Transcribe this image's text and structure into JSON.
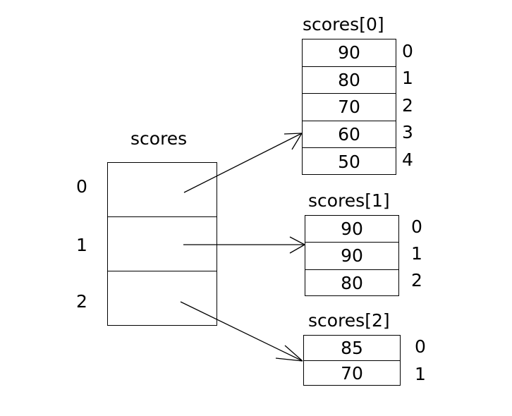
{
  "diagram": {
    "title_outer": "scores",
    "outer_array": {
      "label": "scores",
      "row_indices": [
        "0",
        "1",
        "2"
      ],
      "cells": [
        "",
        "",
        ""
      ]
    },
    "inner_arrays": [
      {
        "label": "scores[0]",
        "values": [
          "90",
          "80",
          "70",
          "60",
          "50"
        ],
        "indices": [
          "0",
          "1",
          "2",
          "3",
          "4"
        ]
      },
      {
        "label": "scores[1]",
        "values": [
          "90",
          "90",
          "80"
        ],
        "indices": [
          "0",
          "1",
          "2"
        ]
      },
      {
        "label": "scores[2]",
        "values": [
          "85",
          "70"
        ],
        "indices": [
          "0",
          "1"
        ]
      }
    ],
    "arrows": [
      {
        "name": "arrow-row0-to-scores0",
        "from_row": "0",
        "to_array": "scores[0]"
      },
      {
        "name": "arrow-row1-to-scores1",
        "from_row": "1",
        "to_array": "scores[1]"
      },
      {
        "name": "arrow-row2-to-scores2",
        "from_row": "2",
        "to_array": "scores[2]"
      }
    ],
    "colors": {
      "background": "#ffffff",
      "stroke": "#000000",
      "text": "#000000"
    }
  }
}
